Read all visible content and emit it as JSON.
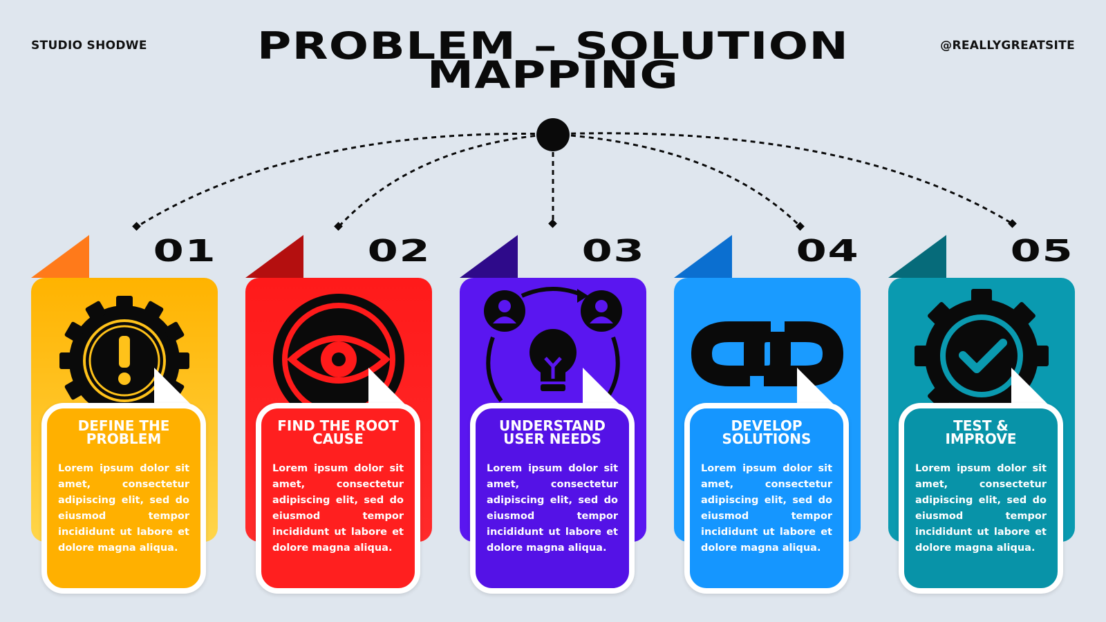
{
  "header": {
    "brand_left": "STUDIO SHODWE",
    "brand_right": "@REALLYGREATSITE",
    "title_line1": "PROBLEM – SOLUTION",
    "title_line2": "MAPPING"
  },
  "steps": [
    {
      "number": "01",
      "title_line1": "DEFINE THE",
      "title_line2": "PROBLEM",
      "body": "Lorem ipsum dolor sit amet, consectetur adipiscing elit, sed do eiusmod tempor incididunt ut labore et dolore magna aliqua.",
      "icon": "gear-exclamation-icon",
      "color_top": "#ffb300",
      "color_bottom": "#ffd54a",
      "color_fold": "#ff7a1a",
      "color_inner": "#ffb000"
    },
    {
      "number": "02",
      "title_line1": "FIND THE ROOT",
      "title_line2": "CAUSE",
      "body": "Lorem ipsum dolor sit amet, consectetur adipiscing elit, sed do eiusmod tempor incididunt ut labore et dolore magna aliqua.",
      "icon": "eye-target-icon",
      "color_top": "#ff1a1a",
      "color_bottom": "#ff2a2a",
      "color_fold": "#b40f0f",
      "color_inner": "#ff1f1f"
    },
    {
      "number": "03",
      "title_line1": "UNDERSTAND",
      "title_line2": "USER NEEDS",
      "body": "Lorem ipsum dolor sit amet, consectetur adipiscing elit, sed do eiusmod tempor incididunt ut labore et dolore magna aliqua.",
      "icon": "users-lightbulb-icon",
      "color_top": "#5a16f0",
      "color_bottom": "#5a16f0",
      "color_fold": "#2e0a8a",
      "color_inner": "#5412e6"
    },
    {
      "number": "04",
      "title_line1": "DEVELOP",
      "title_line2": "SOLUTIONS",
      "body": "Lorem ipsum dolor sit amet, consectetur adipiscing elit, sed do eiusmod tempor incididunt ut labore et dolore magna aliqua.",
      "icon": "chain-link-icon",
      "color_top": "#1a9bff",
      "color_bottom": "#1a9bff",
      "color_fold": "#0b6fd0",
      "color_inner": "#1596ff"
    },
    {
      "number": "05",
      "title_line1": "TEST &",
      "title_line2": "IMPROVE",
      "body": "Lorem ipsum dolor sit amet, consectetur adipiscing elit, sed do eiusmod tempor incididunt ut labore et dolore magna aliqua.",
      "icon": "gear-check-icon",
      "color_top": "#0a9ab0",
      "color_bottom": "#0a9ab0",
      "color_fold": "#066b7a",
      "color_inner": "#0893a8"
    }
  ]
}
